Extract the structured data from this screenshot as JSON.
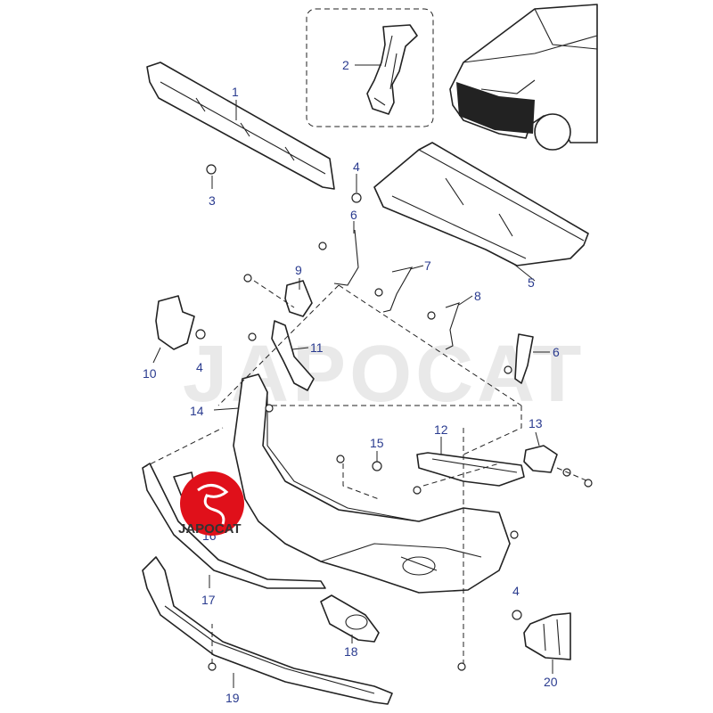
{
  "callouts": {
    "c1": "1",
    "c2": "2",
    "c3": "3",
    "c4a": "4",
    "c4b": "4",
    "c4c": "4",
    "c5": "5",
    "c6a": "6",
    "c6b": "6",
    "c7": "7",
    "c8": "8",
    "c9": "9",
    "c10": "10",
    "c11": "11",
    "c12": "12",
    "c13": "13",
    "c14": "14",
    "c15": "15",
    "c16": "16",
    "c17": "17",
    "c18": "18",
    "c19": "19",
    "c20": "20"
  },
  "watermark": {
    "text": "JAPOCAT"
  },
  "logo": {
    "text": "JAPOCAT"
  },
  "colors": {
    "callout": "#2a3b8f",
    "logo": "#e0101a",
    "line": "#222222"
  }
}
